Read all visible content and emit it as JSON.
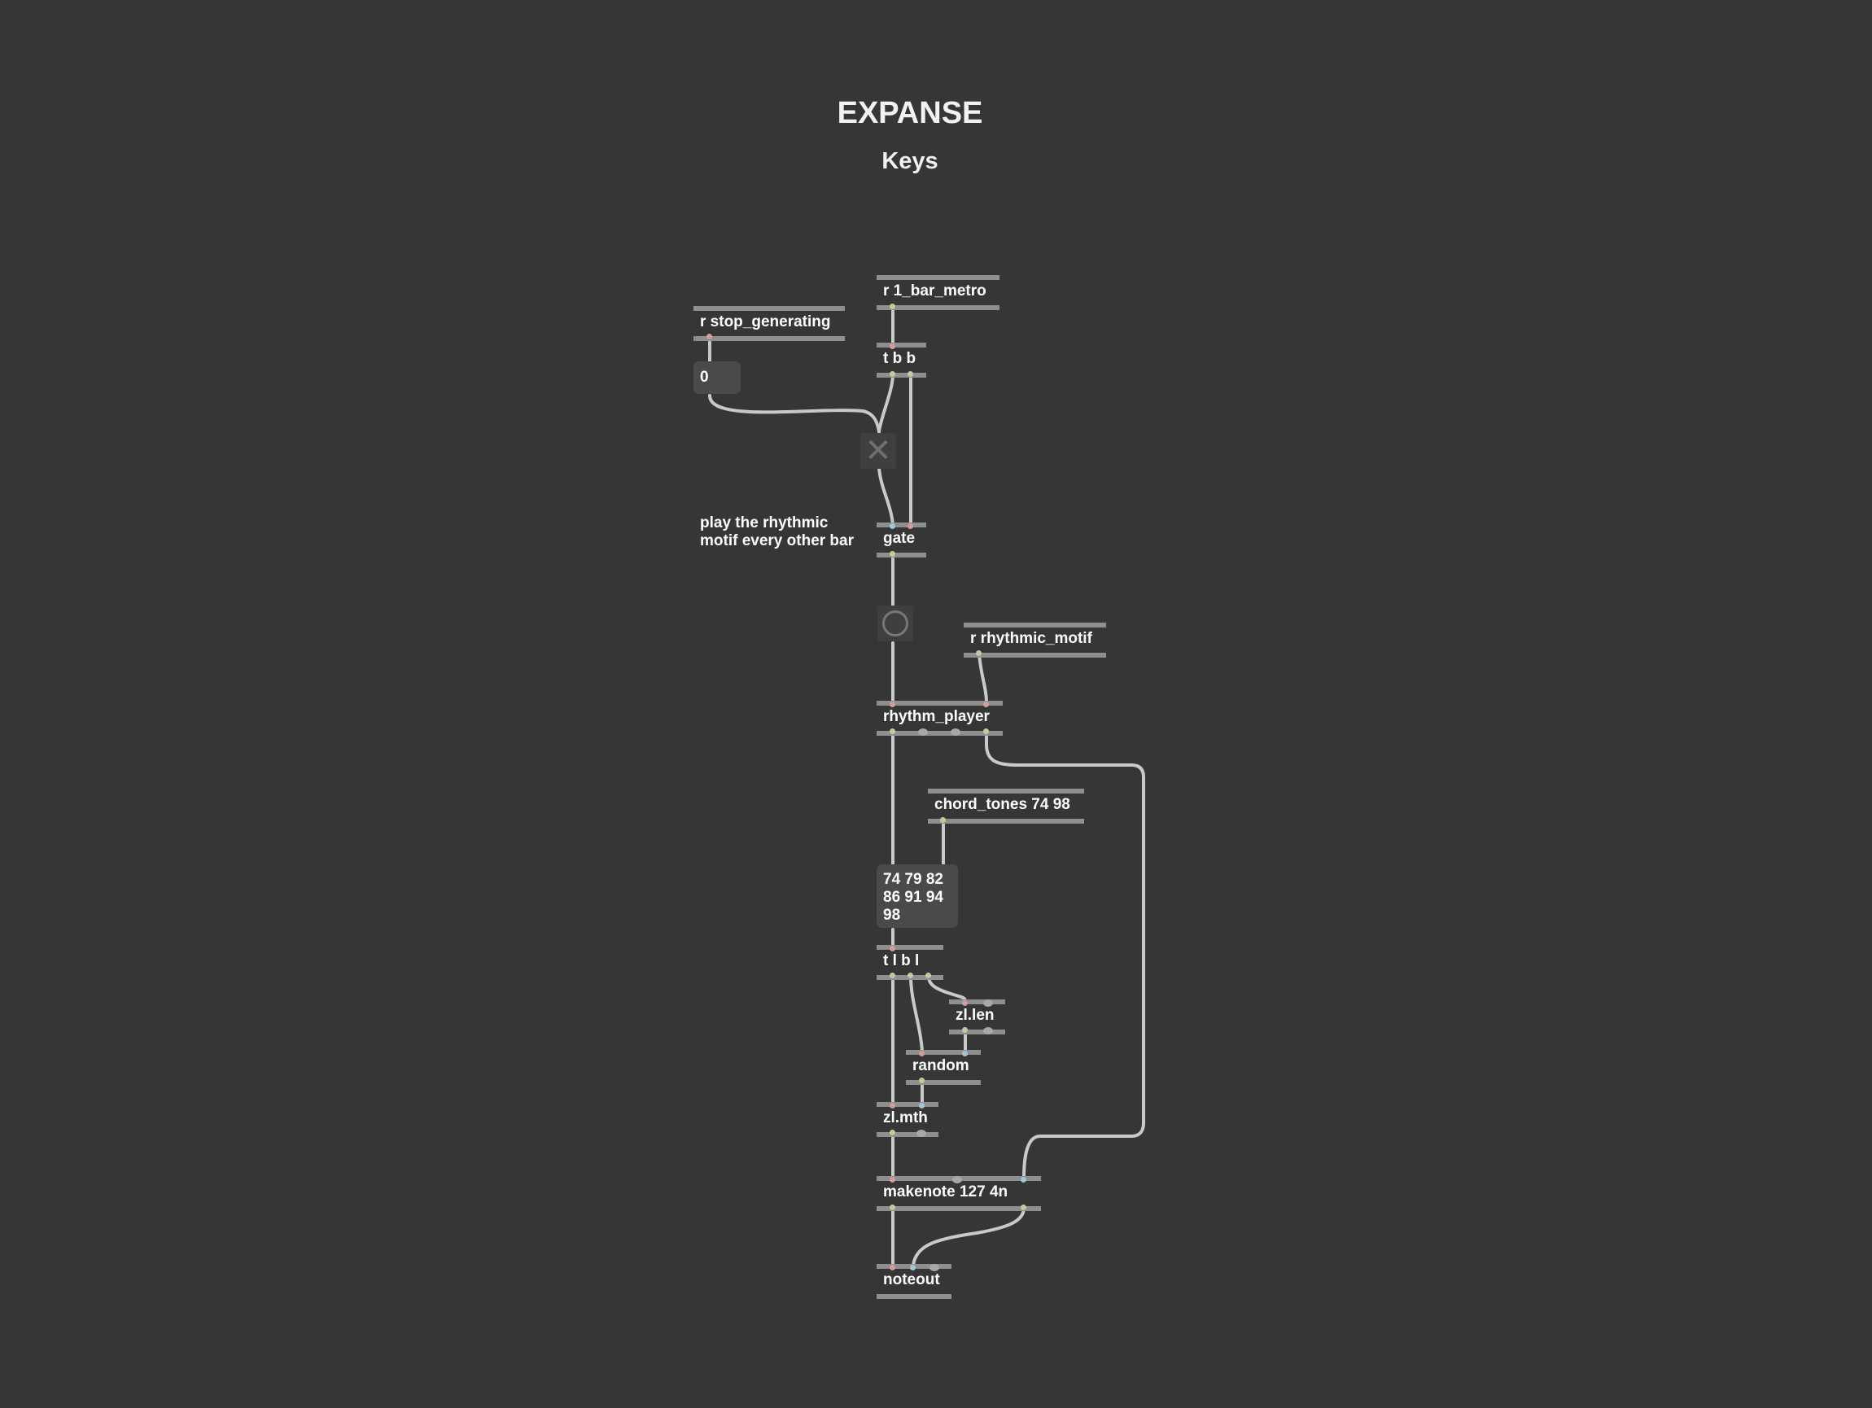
{
  "titles": {
    "main": "EXPANSE",
    "sub": "Keys"
  },
  "comment": {
    "line1": "play the rhythmic",
    "line2": "motif every other bar"
  },
  "objects": {
    "r_stop": "r stop_generating",
    "msg_zero": "0",
    "r_metro": "r 1_bar_metro",
    "tbb": "t b b",
    "gate": "gate",
    "r_rhythm": "r rhythmic_motif",
    "rhythm_player": "rhythm_player",
    "chord_tones": "chord_tones 74 98",
    "notes_line1": "74 79 82",
    "notes_line2": "86 91 94",
    "notes_line3": "98",
    "tlbl": "t l b l",
    "zllen": "zl.len",
    "random": "random",
    "zlmth": "zl.mth",
    "makenote": "makenote 127 4n",
    "noteout": "noteout"
  },
  "icons": {
    "gate_toggle": "x-icon",
    "bang": "circle-icon"
  },
  "colors": {
    "background": "#363636",
    "box_border": "#8f8f8f",
    "patchcord": "#c9c9c9",
    "outlet": "#c8c89b",
    "inlet": "#d59c9c"
  }
}
